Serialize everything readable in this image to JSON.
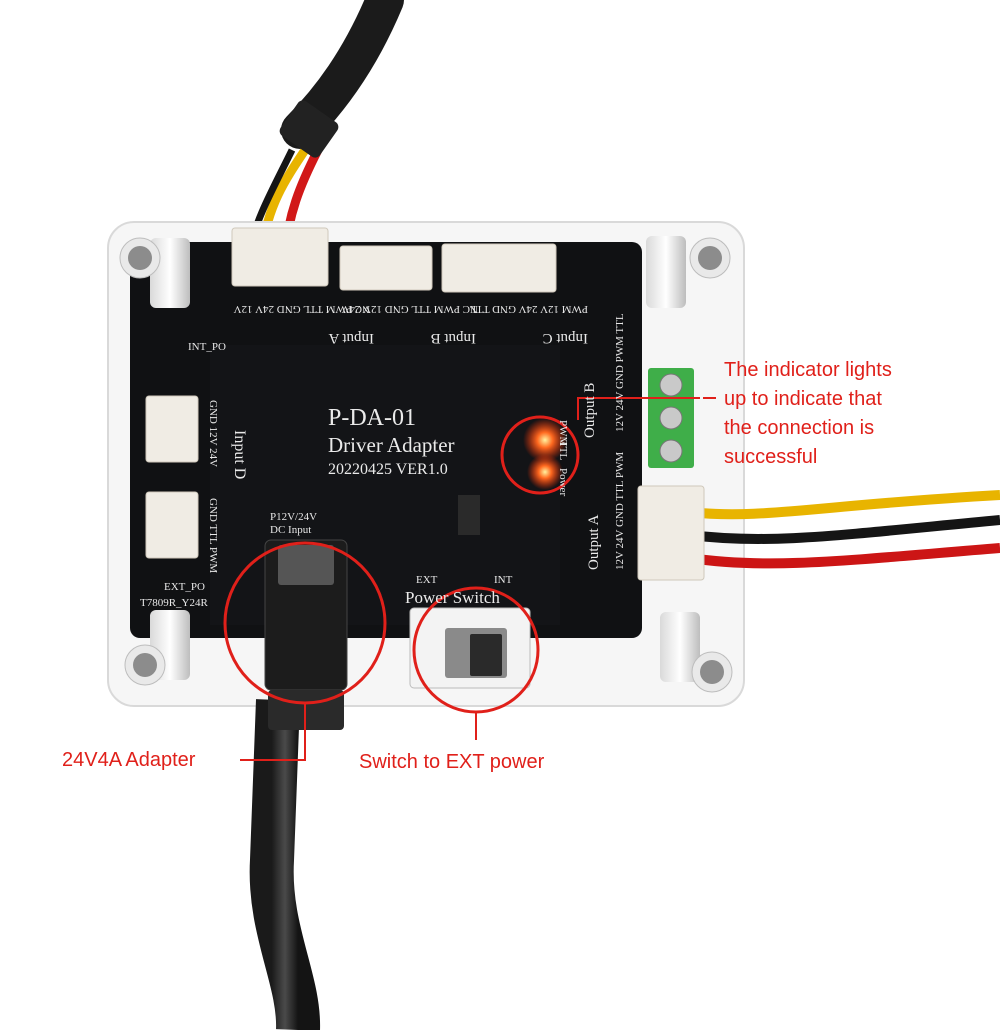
{
  "board": {
    "model": "P-DA-01",
    "name": "Driver Adapter",
    "version": "20220425 VER1.0",
    "dc_input_line1": "P12V/24V",
    "dc_input_line2": "DC Input",
    "ext_label": "EXT",
    "int_label": "INT",
    "power_switch_label": "Power Switch",
    "input_a": "Input A",
    "input_b": "Input B",
    "input_c": "Input C",
    "input_d": "Input D",
    "output_a": "Output A",
    "output_b": "Output B",
    "int_po": "INT_PO",
    "ext_po": "EXT_PO",
    "chip_mark": "T7809R_Y24R",
    "pin_labels_left": "PWM 12V 24V GND TTL",
    "pin_labels_mid": "NC PWM TTL GND 12V 24V",
    "pin_labels_right": "NC PWM TTL GND 24V 12V",
    "pin_labels_outb": "12V 24V GND PWM TTL",
    "pin_labels_outa": "12V 24V GND TTL PWM",
    "pin_labels_d1": "GND 12V 24V",
    "pin_labels_d2": "GND TTL PWM",
    "led_pwm": "PWM",
    "led_ttl": "TTL",
    "led_power": "Power"
  },
  "annotations": {
    "indicator_line1": "The indicator lights",
    "indicator_line2": "up to indicate  that",
    "indicator_line3": "the connection is",
    "indicator_line4": "successful",
    "adapter": "24V4A Adapter",
    "switch": "Switch to EXT power"
  },
  "colors": {
    "annotation_red": "#e0201a",
    "pcb_black": "#111214",
    "terminal_green": "#3fae49"
  }
}
